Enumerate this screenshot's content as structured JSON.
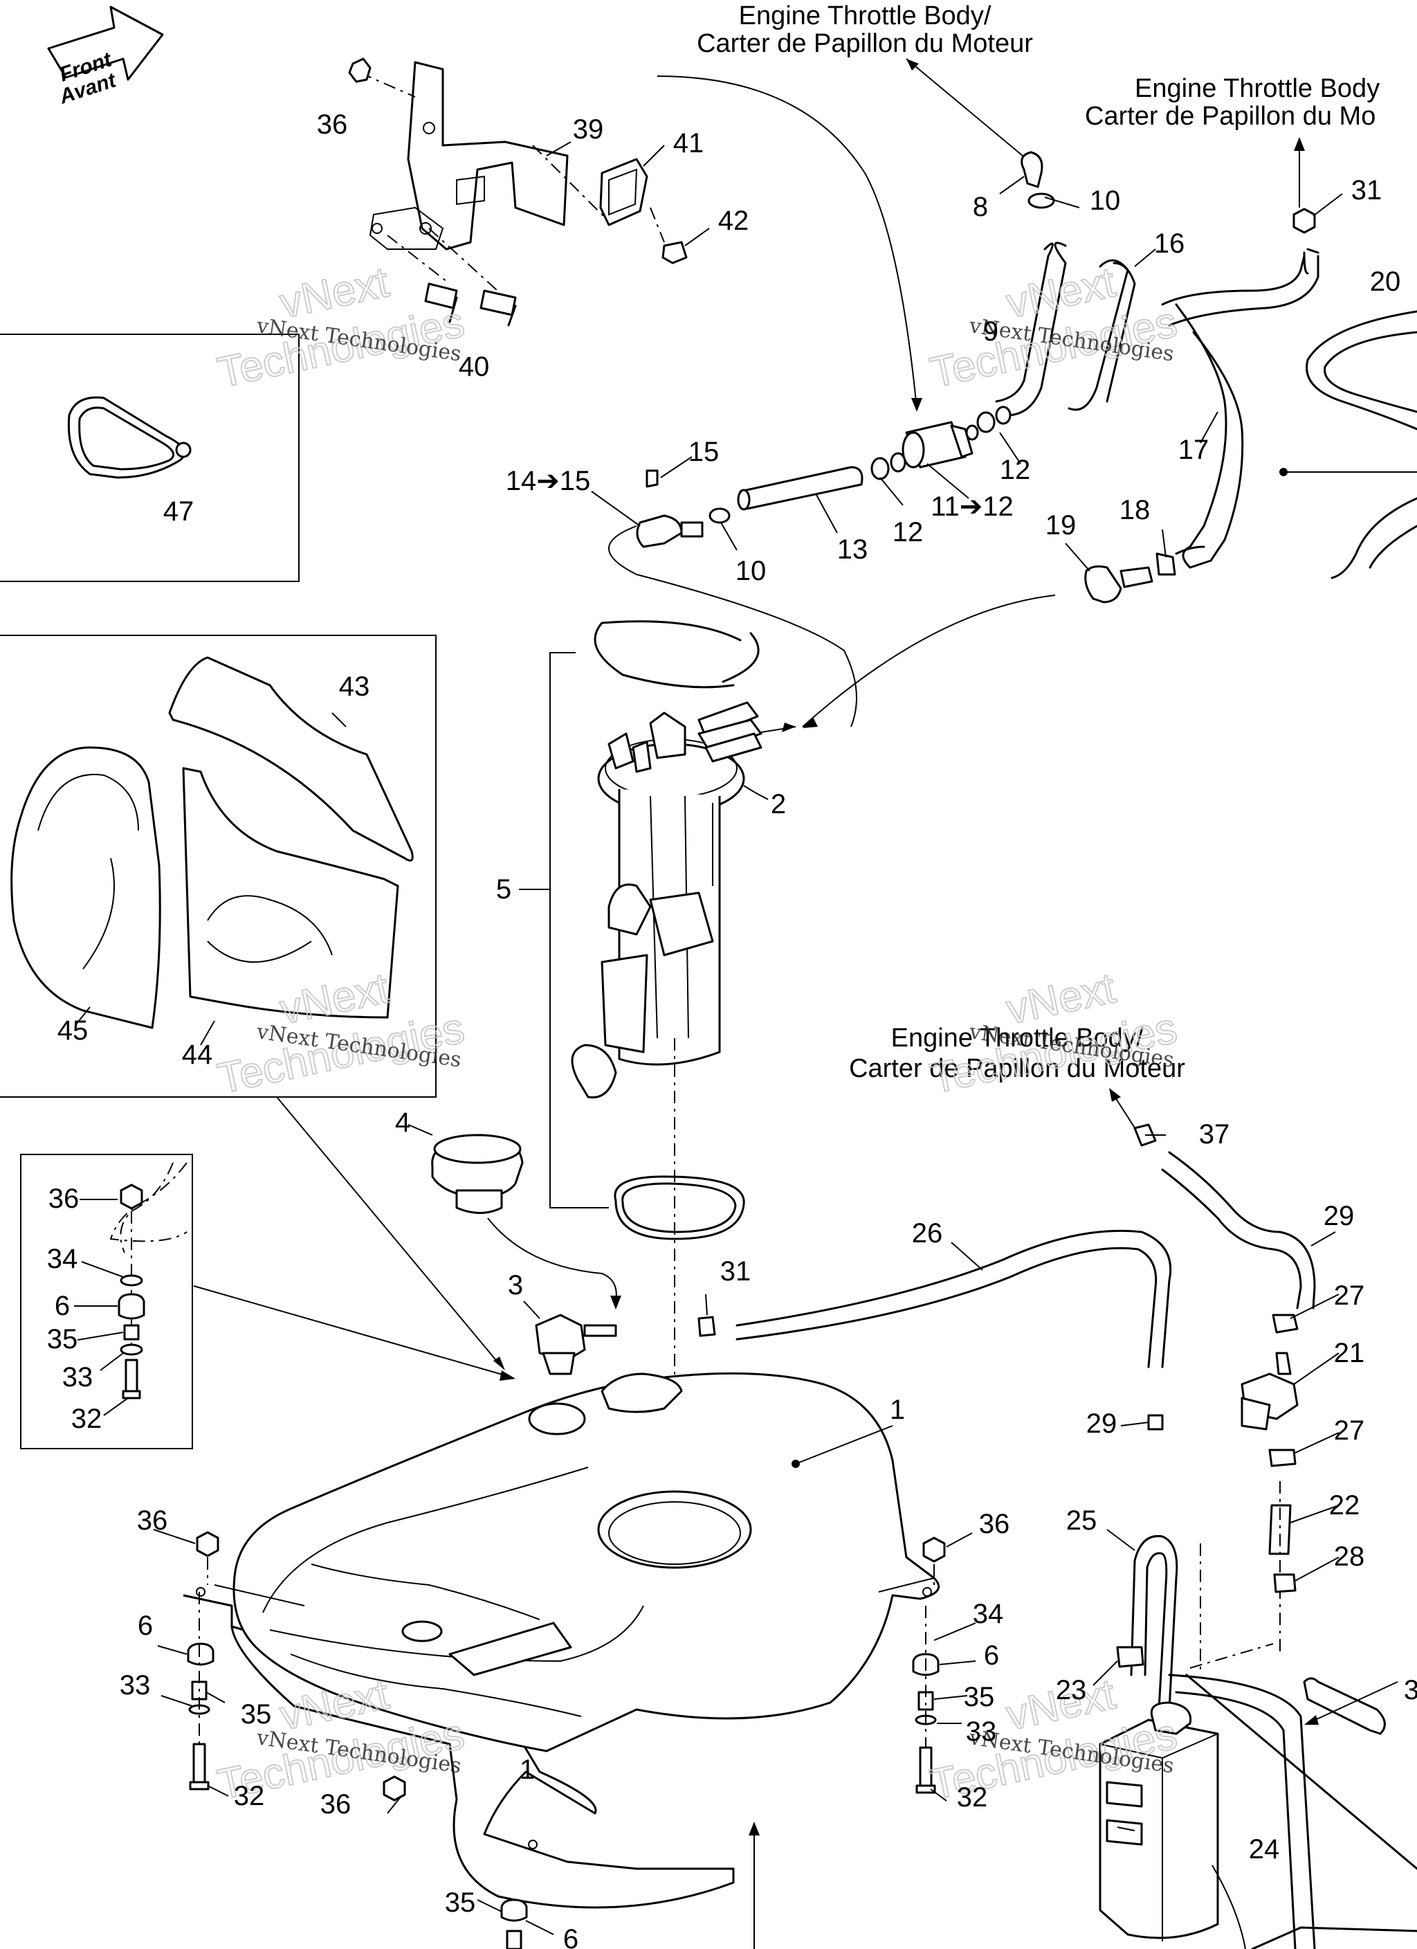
{
  "front_arrow": {
    "line1": "Front",
    "line2": "Avant"
  },
  "titles": {
    "throttle_top_1": "Engine Throttle Body/",
    "throttle_top_2": "Carter de Papillon du Moteur",
    "throttle_right_1": "Engine Throttle Body",
    "throttle_right_2": "Carter de Papillon du Mo",
    "throttle_mid_1": "Engine Throttle Body/",
    "throttle_mid_2": "Carter de Papillon du Moteur"
  },
  "watermark": {
    "line1": "vNext Technologies",
    "big1": "vNext",
    "big2": "Technologies"
  },
  "parts": {
    "p1": "1",
    "p2": "2",
    "p3": "3",
    "p4": "4",
    "p5": "5",
    "p6": "6",
    "p8": "8",
    "p9": "9",
    "p10": "10",
    "p11_12": "11➔12",
    "p12": "12",
    "p13": "13",
    "p14_15": "14➔15",
    "p15": "15",
    "p16": "16",
    "p17": "17",
    "p18": "18",
    "p19": "19",
    "p20": "20",
    "p21": "21",
    "p22": "22",
    "p23": "23",
    "p24": "24",
    "p25": "25",
    "p26": "26",
    "p27": "27",
    "p28": "28",
    "p29": "29",
    "p3x": "3",
    "p31": "31",
    "p32": "32",
    "p33": "33",
    "p34": "34",
    "p35": "35",
    "p36": "36",
    "p37": "37",
    "p39": "39",
    "p40": "40",
    "p41": "41",
    "p42": "42",
    "p43": "43",
    "p44": "44",
    "p45": "45",
    "p47": "47"
  }
}
